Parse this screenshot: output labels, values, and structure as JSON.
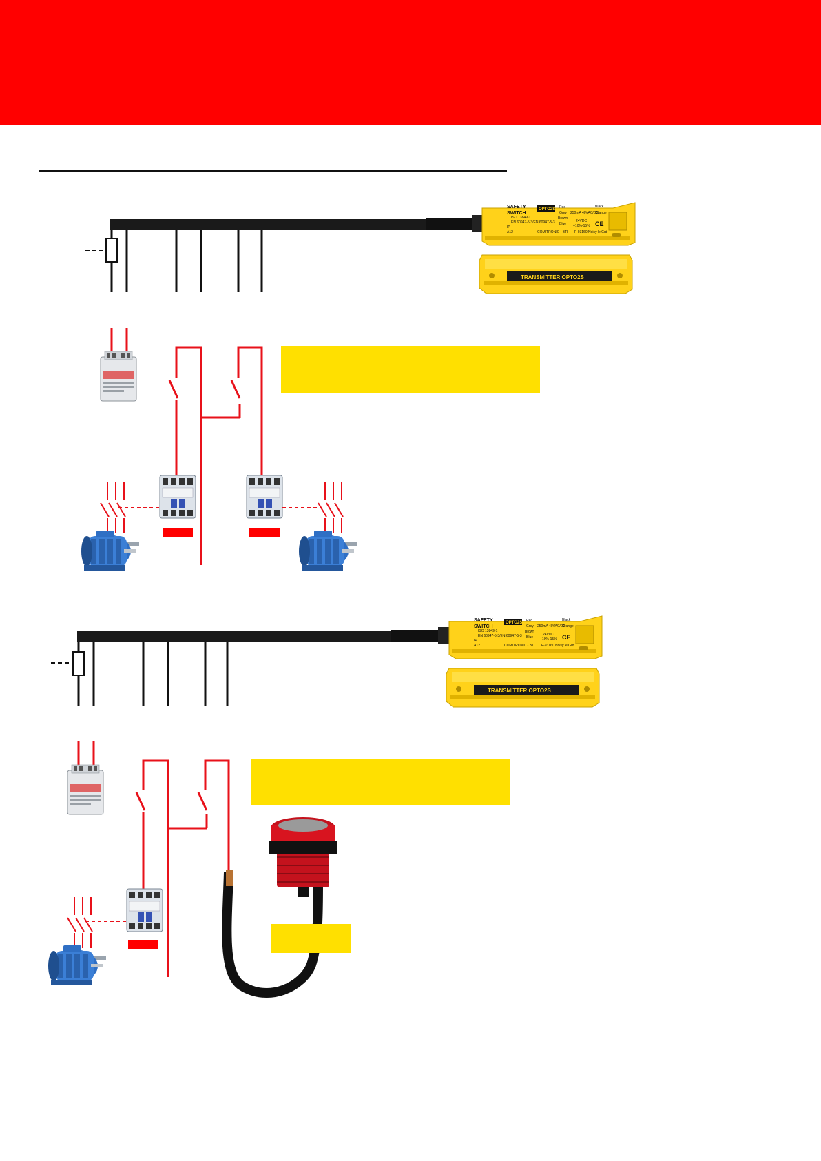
{
  "colors": {
    "header_red": "#ff0000",
    "wire_red": "#e8111a",
    "cable_black": "#1a1a1a",
    "switch_yellow": "#ffd21a",
    "note_yellow": "#ffe000",
    "motor_blue": "#2f6fc4",
    "relay_grey": "#dde3ea"
  },
  "icons": [
    "fuse-icon",
    "psu-icon",
    "relay-icon",
    "motor-icon",
    "sensor-icon",
    "safety-switch-icon",
    "transmitter-icon"
  ],
  "switch": {
    "label_safety": "SAFETY",
    "label_switch": "SWITCH",
    "model": "OPTO2S",
    "standard_1": "ISO 13849-1",
    "standard_2": "EN 60947-5-3/EN 60947-5-3",
    "ip": "IP",
    "a": "A12",
    "wire_red": "Red",
    "wire_grey": "Grey",
    "wire_brown": "Brown",
    "wire_blue": "Blue",
    "wire_black": "Black",
    "wire_orange": "Orange",
    "rating": "250mA 40VAC/DC",
    "voltage": "24VDC",
    "tolerance": "+10%-15%",
    "ce": "CE",
    "brand": "COMITRONIC - BTI",
    "address": "F-93160 Noisy le Grd",
    "transmitter": "TRANSMITTER OPTO2S"
  }
}
